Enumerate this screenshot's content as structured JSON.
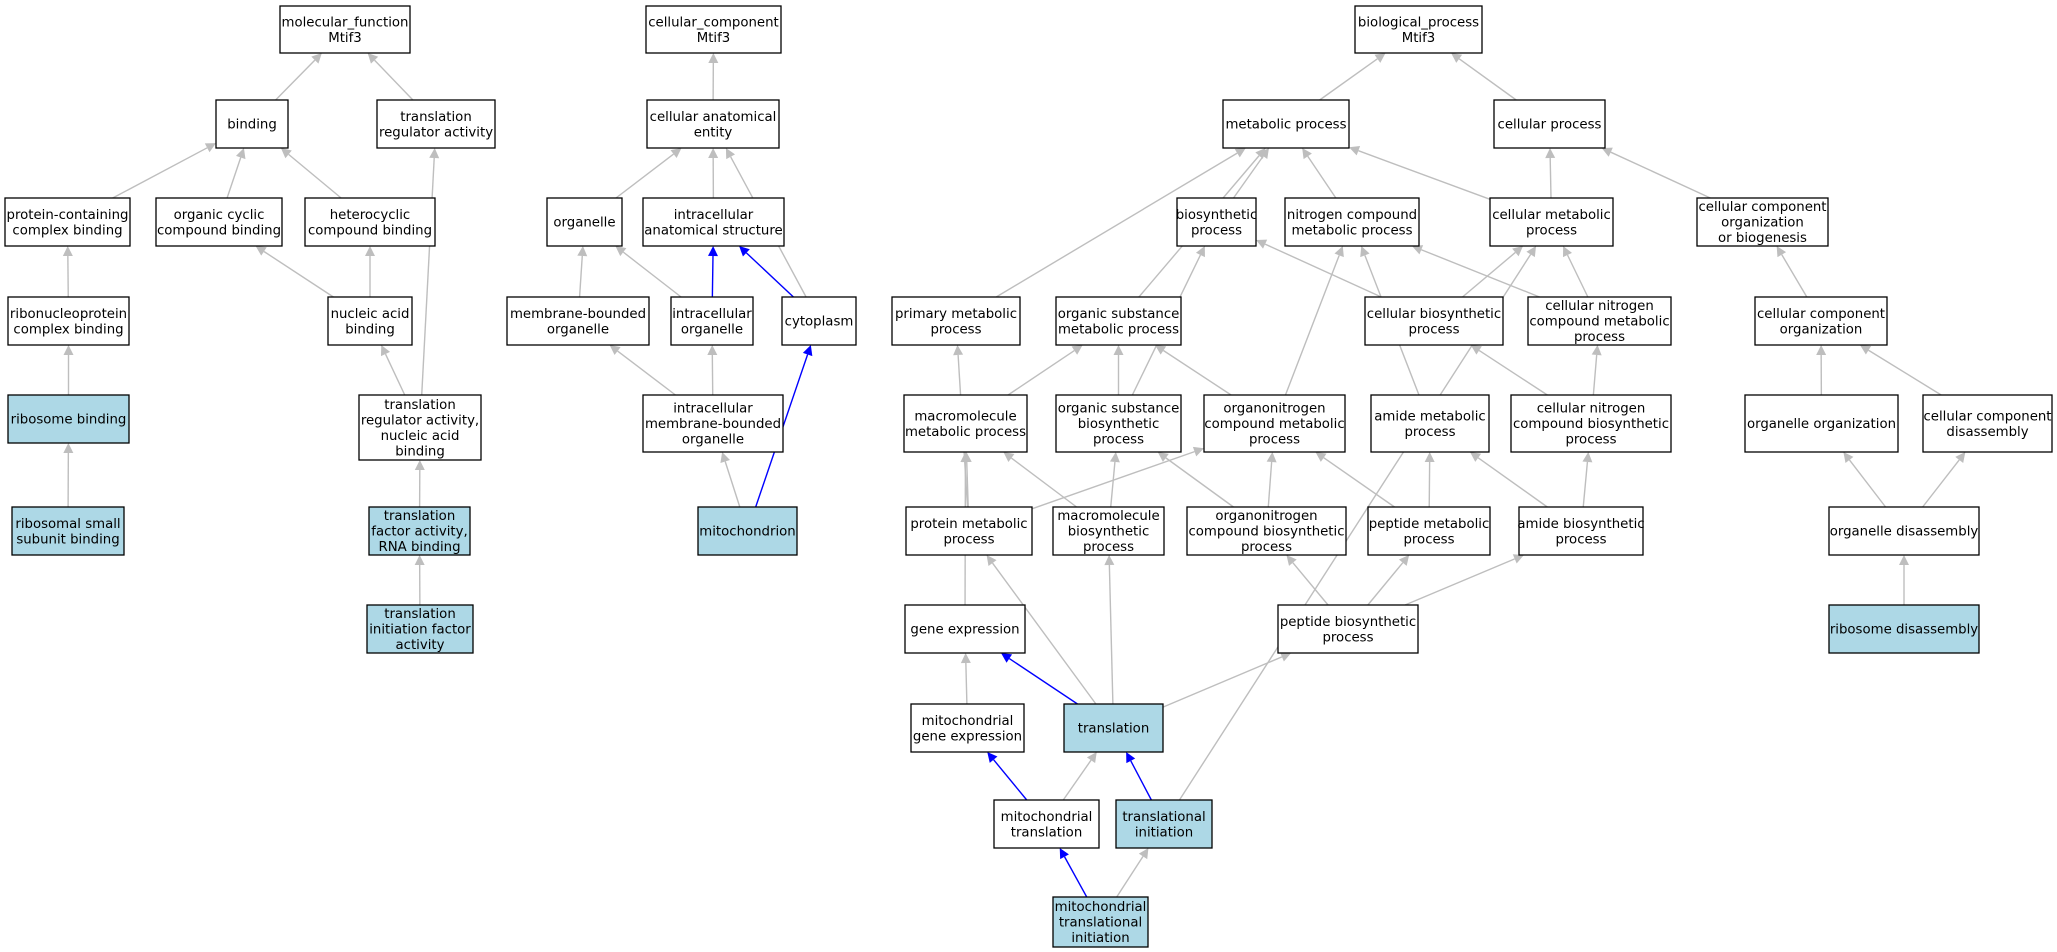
{
  "colors": {
    "background": "#ffffff",
    "node_default": "#ffffff",
    "node_highlight": "#add8e6",
    "edge_default": "#bebebe",
    "edge_highlight": "#0000ff",
    "border": "#000000"
  },
  "nodes": [
    {
      "id": "mf_root",
      "lines": [
        "molecular_function",
        "Mtif3"
      ],
      "highlight": false
    },
    {
      "id": "binding",
      "lines": [
        "binding"
      ],
      "highlight": false
    },
    {
      "id": "trans_reg_act",
      "lines": [
        "translation",
        "regulator activity"
      ],
      "highlight": false
    },
    {
      "id": "prot_cplx_bind",
      "lines": [
        "protein-containing",
        "complex binding"
      ],
      "highlight": false
    },
    {
      "id": "org_cyc_bind",
      "lines": [
        "organic cyclic",
        "compound binding"
      ],
      "highlight": false
    },
    {
      "id": "het_bind",
      "lines": [
        "heterocyclic",
        "compound binding"
      ],
      "highlight": false
    },
    {
      "id": "rnp_bind",
      "lines": [
        "ribonucleoprotein",
        "complex binding"
      ],
      "highlight": false
    },
    {
      "id": "na_bind",
      "lines": [
        "nucleic acid",
        "binding"
      ],
      "highlight": false
    },
    {
      "id": "ribo_bind",
      "lines": [
        "ribosome binding"
      ],
      "highlight": true
    },
    {
      "id": "trans_reg_na",
      "lines": [
        "translation",
        "regulator activity,",
        "nucleic acid",
        "binding"
      ],
      "highlight": false
    },
    {
      "id": "ribo_small",
      "lines": [
        "ribosomal small",
        "subunit binding"
      ],
      "highlight": true
    },
    {
      "id": "trans_factor",
      "lines": [
        "translation",
        "factor activity,",
        "RNA binding"
      ],
      "highlight": true
    },
    {
      "id": "trans_init_factor",
      "lines": [
        "translation",
        "initiation factor",
        "activity"
      ],
      "highlight": true
    },
    {
      "id": "cc_root",
      "lines": [
        "cellular_component",
        "Mtif3"
      ],
      "highlight": false
    },
    {
      "id": "cell_anat",
      "lines": [
        "cellular anatomical",
        "entity"
      ],
      "highlight": false
    },
    {
      "id": "organelle",
      "lines": [
        "organelle"
      ],
      "highlight": false
    },
    {
      "id": "intra_anat",
      "lines": [
        "intracellular",
        "anatomical structure"
      ],
      "highlight": false
    },
    {
      "id": "mem_org",
      "lines": [
        "membrane-bounded",
        "organelle"
      ],
      "highlight": false
    },
    {
      "id": "intra_org",
      "lines": [
        "intracellular",
        "organelle"
      ],
      "highlight": false
    },
    {
      "id": "cytoplasm",
      "lines": [
        "cytoplasm"
      ],
      "highlight": false
    },
    {
      "id": "intra_mem_org",
      "lines": [
        "intracellular",
        "membrane-bounded",
        "organelle"
      ],
      "highlight": false
    },
    {
      "id": "mito",
      "lines": [
        "mitochondrion"
      ],
      "highlight": true
    },
    {
      "id": "bp_root",
      "lines": [
        "biological_process",
        "Mtif3"
      ],
      "highlight": false
    },
    {
      "id": "met_proc",
      "lines": [
        "metabolic process"
      ],
      "highlight": false
    },
    {
      "id": "cell_proc",
      "lines": [
        "cellular process"
      ],
      "highlight": false
    },
    {
      "id": "biosyn",
      "lines": [
        "biosynthetic",
        "process"
      ],
      "highlight": false
    },
    {
      "id": "n_met",
      "lines": [
        "nitrogen compound",
        "metabolic process"
      ],
      "highlight": false
    },
    {
      "id": "cell_met",
      "lines": [
        "cellular metabolic",
        "process"
      ],
      "highlight": false
    },
    {
      "id": "cc_org_bio",
      "lines": [
        "cellular component",
        "organization",
        "or biogenesis"
      ],
      "highlight": false
    },
    {
      "id": "prim_met",
      "lines": [
        "primary metabolic",
        "process"
      ],
      "highlight": false
    },
    {
      "id": "org_sub_met",
      "lines": [
        "organic substance",
        "metabolic process"
      ],
      "highlight": false
    },
    {
      "id": "cell_biosyn",
      "lines": [
        "cellular biosynthetic",
        "process"
      ],
      "highlight": false
    },
    {
      "id": "cell_n_met",
      "lines": [
        "cellular nitrogen",
        "compound metabolic",
        "process"
      ],
      "highlight": false
    },
    {
      "id": "cc_org",
      "lines": [
        "cellular component",
        "organization"
      ],
      "highlight": false
    },
    {
      "id": "macro_met",
      "lines": [
        "macromolecule",
        "metabolic process"
      ],
      "highlight": false
    },
    {
      "id": "org_sub_bio",
      "lines": [
        "organic substance",
        "biosynthetic",
        "process"
      ],
      "highlight": false
    },
    {
      "id": "orgN_met",
      "lines": [
        "organonitrogen",
        "compound metabolic",
        "process"
      ],
      "highlight": false
    },
    {
      "id": "amide_met",
      "lines": [
        "amide metabolic",
        "process"
      ],
      "highlight": false
    },
    {
      "id": "cell_n_bio",
      "lines": [
        "cellular nitrogen",
        "compound biosynthetic",
        "process"
      ],
      "highlight": false
    },
    {
      "id": "organelle_org",
      "lines": [
        "organelle organization"
      ],
      "highlight": false
    },
    {
      "id": "cc_disasm",
      "lines": [
        "cellular component",
        "disassembly"
      ],
      "highlight": false
    },
    {
      "id": "prot_met",
      "lines": [
        "protein metabolic",
        "process"
      ],
      "highlight": false
    },
    {
      "id": "macro_bio",
      "lines": [
        "macromolecule",
        "biosynthetic",
        "process"
      ],
      "highlight": false
    },
    {
      "id": "orgN_bio",
      "lines": [
        "organonitrogen",
        "compound biosynthetic",
        "process"
      ],
      "highlight": false
    },
    {
      "id": "pep_met",
      "lines": [
        "peptide metabolic",
        "process"
      ],
      "highlight": false
    },
    {
      "id": "amide_bio",
      "lines": [
        "amide biosynthetic",
        "process"
      ],
      "highlight": false
    },
    {
      "id": "organelle_disasm",
      "lines": [
        "organelle disassembly"
      ],
      "highlight": false
    },
    {
      "id": "gene_expr",
      "lines": [
        "gene expression"
      ],
      "highlight": false
    },
    {
      "id": "pep_bio",
      "lines": [
        "peptide biosynthetic",
        "process"
      ],
      "highlight": false
    },
    {
      "id": "ribo_disasm",
      "lines": [
        "ribosome disassembly"
      ],
      "highlight": true
    },
    {
      "id": "mito_gene",
      "lines": [
        "mitochondrial",
        "gene expression"
      ],
      "highlight": false
    },
    {
      "id": "translation",
      "lines": [
        "translation"
      ],
      "highlight": true
    },
    {
      "id": "mito_trans",
      "lines": [
        "mitochondrial",
        "translation"
      ],
      "highlight": false
    },
    {
      "id": "trans_init",
      "lines": [
        "translational",
        "initiation"
      ],
      "highlight": true
    },
    {
      "id": "mito_trans_init",
      "lines": [
        "mitochondrial",
        "translational",
        "initiation"
      ],
      "highlight": true
    }
  ],
  "edges": [
    {
      "from": "binding",
      "to": "mf_root",
      "highlight": false
    },
    {
      "from": "trans_reg_act",
      "to": "mf_root",
      "highlight": false
    },
    {
      "from": "prot_cplx_bind",
      "to": "binding",
      "highlight": false
    },
    {
      "from": "org_cyc_bind",
      "to": "binding",
      "highlight": false
    },
    {
      "from": "het_bind",
      "to": "binding",
      "highlight": false
    },
    {
      "from": "rnp_bind",
      "to": "prot_cplx_bind",
      "highlight": false
    },
    {
      "from": "na_bind",
      "to": "org_cyc_bind",
      "highlight": false
    },
    {
      "from": "na_bind",
      "to": "het_bind",
      "highlight": false
    },
    {
      "from": "ribo_bind",
      "to": "rnp_bind",
      "highlight": false
    },
    {
      "from": "trans_reg_na",
      "to": "na_bind",
      "highlight": false
    },
    {
      "from": "trans_reg_na",
      "to": "trans_reg_act",
      "highlight": false
    },
    {
      "from": "ribo_small",
      "to": "ribo_bind",
      "highlight": false
    },
    {
      "from": "trans_factor",
      "to": "trans_reg_na",
      "highlight": false
    },
    {
      "from": "trans_init_factor",
      "to": "trans_factor",
      "highlight": false
    },
    {
      "from": "cell_anat",
      "to": "cc_root",
      "highlight": false
    },
    {
      "from": "organelle",
      "to": "cell_anat",
      "highlight": false
    },
    {
      "from": "intra_anat",
      "to": "cell_anat",
      "highlight": false
    },
    {
      "from": "cytoplasm",
      "to": "cell_anat",
      "highlight": false
    },
    {
      "from": "mem_org",
      "to": "organelle",
      "highlight": false
    },
    {
      "from": "intra_org",
      "to": "organelle",
      "highlight": false
    },
    {
      "from": "intra_org",
      "to": "intra_anat",
      "highlight": true
    },
    {
      "from": "cytoplasm",
      "to": "intra_anat",
      "highlight": true
    },
    {
      "from": "intra_mem_org",
      "to": "mem_org",
      "highlight": false
    },
    {
      "from": "intra_mem_org",
      "to": "intra_org",
      "highlight": false
    },
    {
      "from": "mito",
      "to": "intra_mem_org",
      "highlight": false
    },
    {
      "from": "mito",
      "to": "cytoplasm",
      "highlight": true
    },
    {
      "from": "met_proc",
      "to": "bp_root",
      "highlight": false
    },
    {
      "from": "cell_proc",
      "to": "bp_root",
      "highlight": false
    },
    {
      "from": "biosyn",
      "to": "met_proc",
      "highlight": false
    },
    {
      "from": "n_met",
      "to": "met_proc",
      "highlight": false
    },
    {
      "from": "cell_met",
      "to": "met_proc",
      "highlight": false
    },
    {
      "from": "cell_met",
      "to": "cell_proc",
      "highlight": false
    },
    {
      "from": "cc_org_bio",
      "to": "cell_proc",
      "highlight": false
    },
    {
      "from": "prim_met",
      "to": "met_proc",
      "highlight": false
    },
    {
      "from": "org_sub_met",
      "to": "met_proc",
      "highlight": false
    },
    {
      "from": "cell_biosyn",
      "to": "biosyn",
      "highlight": false
    },
    {
      "from": "cell_biosyn",
      "to": "cell_met",
      "highlight": false
    },
    {
      "from": "cell_n_met",
      "to": "n_met",
      "highlight": false
    },
    {
      "from": "cell_n_met",
      "to": "cell_met",
      "highlight": false
    },
    {
      "from": "cc_org",
      "to": "cc_org_bio",
      "highlight": false
    },
    {
      "from": "macro_met",
      "to": "org_sub_met",
      "highlight": false
    },
    {
      "from": "org_sub_bio",
      "to": "org_sub_met",
      "highlight": false
    },
    {
      "from": "org_sub_bio",
      "to": "biosyn",
      "highlight": false
    },
    {
      "from": "orgN_met",
      "to": "org_sub_met",
      "highlight": false
    },
    {
      "from": "orgN_met",
      "to": "n_met",
      "highlight": false
    },
    {
      "from": "amide_met",
      "to": "n_met",
      "highlight": false
    },
    {
      "from": "cell_n_bio",
      "to": "cell_biosyn",
      "highlight": false
    },
    {
      "from": "cell_n_bio",
      "to": "cell_n_met",
      "highlight": false
    },
    {
      "from": "organelle_org",
      "to": "cc_org",
      "highlight": false
    },
    {
      "from": "cc_disasm",
      "to": "cc_org",
      "highlight": false
    },
    {
      "from": "prot_met",
      "to": "prim_met",
      "highlight": false
    },
    {
      "from": "prot_met",
      "to": "macro_met",
      "highlight": false
    },
    {
      "from": "prot_met",
      "to": "orgN_met",
      "highlight": false
    },
    {
      "from": "macro_bio",
      "to": "macro_met",
      "highlight": false
    },
    {
      "from": "macro_bio",
      "to": "org_sub_bio",
      "highlight": false
    },
    {
      "from": "orgN_bio",
      "to": "org_sub_bio",
      "highlight": false
    },
    {
      "from": "orgN_bio",
      "to": "orgN_met",
      "highlight": false
    },
    {
      "from": "pep_met",
      "to": "orgN_met",
      "highlight": false
    },
    {
      "from": "pep_met",
      "to": "amide_met",
      "highlight": false
    },
    {
      "from": "amide_bio",
      "to": "amide_met",
      "highlight": false
    },
    {
      "from": "amide_bio",
      "to": "cell_n_bio",
      "highlight": false
    },
    {
      "from": "organelle_disasm",
      "to": "organelle_org",
      "highlight": false
    },
    {
      "from": "organelle_disasm",
      "to": "cc_disasm",
      "highlight": false
    },
    {
      "from": "gene_expr",
      "to": "macro_met",
      "highlight": false
    },
    {
      "from": "pep_bio",
      "to": "orgN_bio",
      "highlight": false
    },
    {
      "from": "pep_bio",
      "to": "pep_met",
      "highlight": false
    },
    {
      "from": "pep_bio",
      "to": "amide_bio",
      "highlight": false
    },
    {
      "from": "ribo_disasm",
      "to": "organelle_disasm",
      "highlight": false
    },
    {
      "from": "mito_gene",
      "to": "gene_expr",
      "highlight": false
    },
    {
      "from": "translation",
      "to": "gene_expr",
      "highlight": true
    },
    {
      "from": "translation",
      "to": "prot_met",
      "highlight": false
    },
    {
      "from": "translation",
      "to": "macro_bio",
      "highlight": false
    },
    {
      "from": "translation",
      "to": "pep_bio",
      "highlight": false
    },
    {
      "from": "mito_trans",
      "to": "mito_gene",
      "highlight": true
    },
    {
      "from": "mito_trans",
      "to": "translation",
      "highlight": false
    },
    {
      "from": "trans_init",
      "to": "translation",
      "highlight": true
    },
    {
      "from": "trans_init",
      "to": "cell_met",
      "highlight": false
    },
    {
      "from": "mito_trans_init",
      "to": "mito_trans",
      "highlight": true
    },
    {
      "from": "mito_trans_init",
      "to": "trans_init",
      "highlight": false
    }
  ]
}
